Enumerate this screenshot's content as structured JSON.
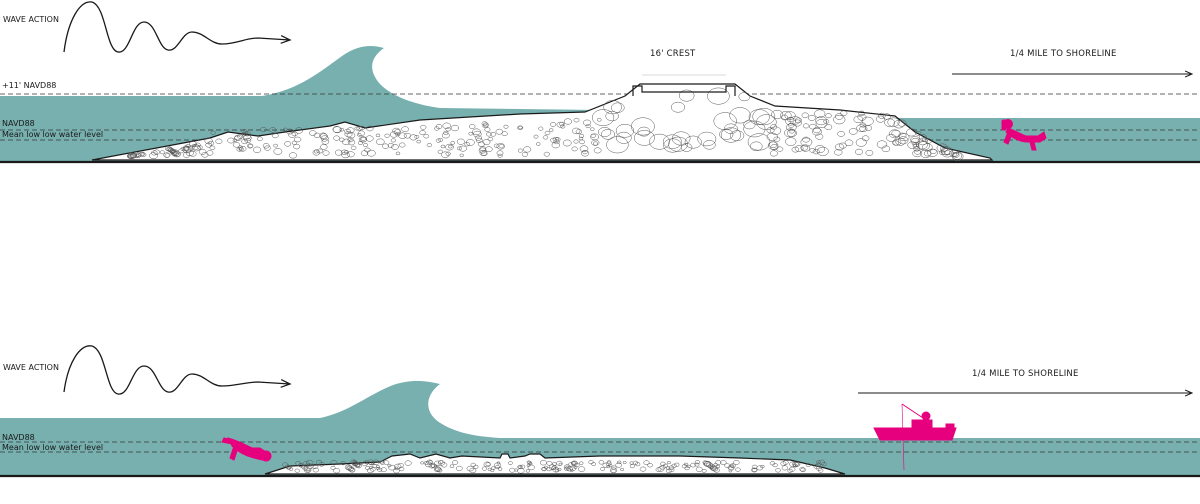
{
  "top_section": {
    "wave_action_label": "WAVE ACTION",
    "crest_label": "16' CREST",
    "shoreline_label": "1/4 MILE TO SHORELINE",
    "elevation_label": "+11' NAVD88",
    "navd_label": "NAVD88",
    "mllw_label": "Mean low low water level"
  },
  "bottom_section": {
    "wave_action_label": "WAVE ACTION",
    "shoreline_label": "1/4 MILE TO SHORELINE",
    "navd_label": "NAVD88",
    "mllw_label": "Mean low low water level"
  },
  "colors": {
    "water": "#78b0b0",
    "figure_accent": "#e6007e",
    "line": "#1a1a1a",
    "rock_fill": "#ffffff"
  },
  "icons": [
    "diver-icon",
    "fishing-boat-icon",
    "wave-action-icon",
    "arrow-icon"
  ]
}
